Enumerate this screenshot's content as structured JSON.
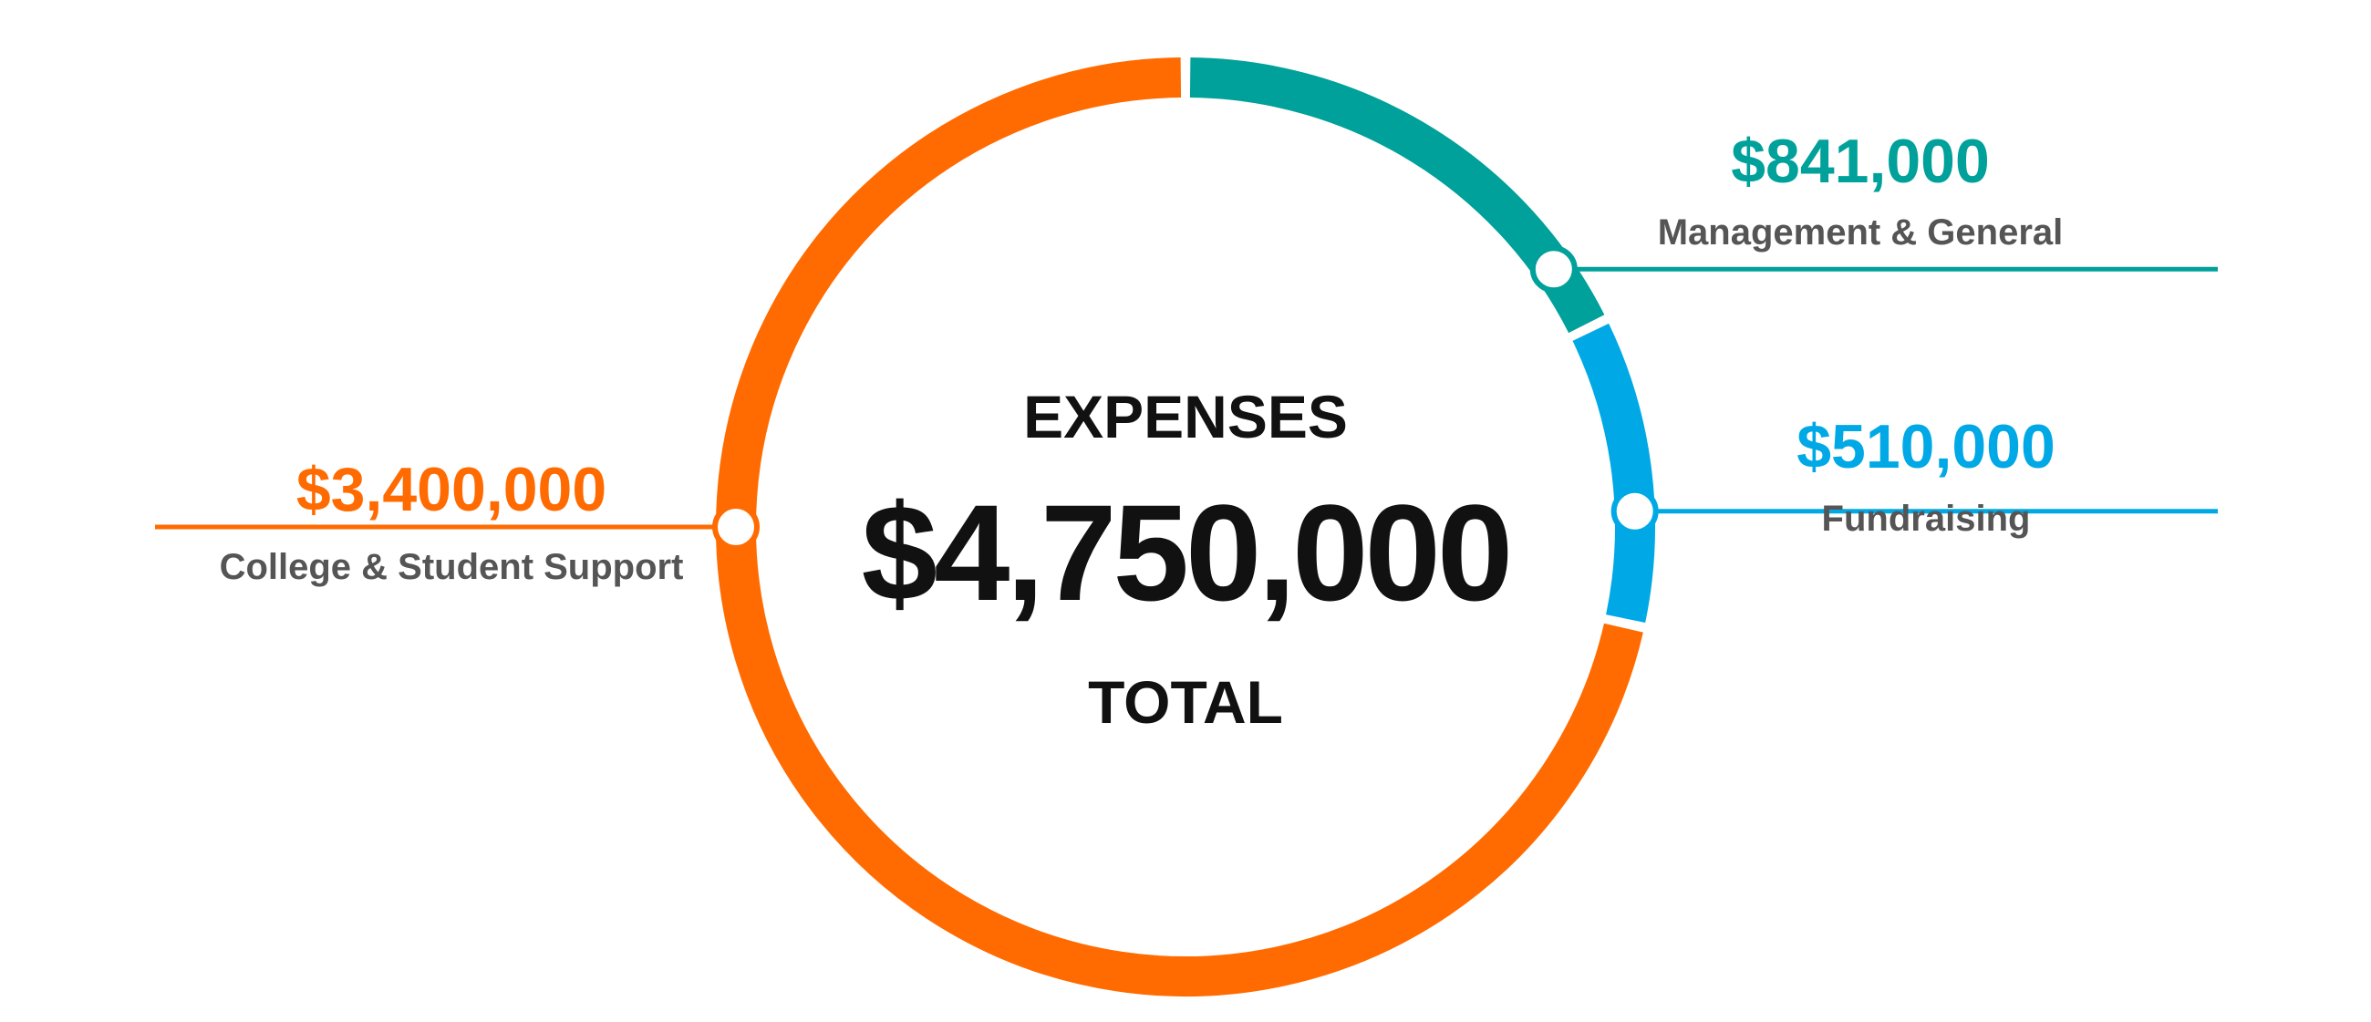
{
  "chart_data": {
    "type": "pie",
    "variant": "donut",
    "center": {
      "top": "EXPENSES",
      "total": "$4,750,000",
      "bottom": "TOTAL"
    },
    "series": [
      {
        "name": "Management & General",
        "value": 841000,
        "value_label": "$841,000",
        "color": "#00A19A"
      },
      {
        "name": "Fundraising",
        "value": 510000,
        "value_label": "$510,000",
        "color": "#00A9E6"
      },
      {
        "name": "College & Student Support",
        "value": 3400000,
        "value_label": "$3,400,000",
        "color": "#FF6B00"
      }
    ]
  }
}
